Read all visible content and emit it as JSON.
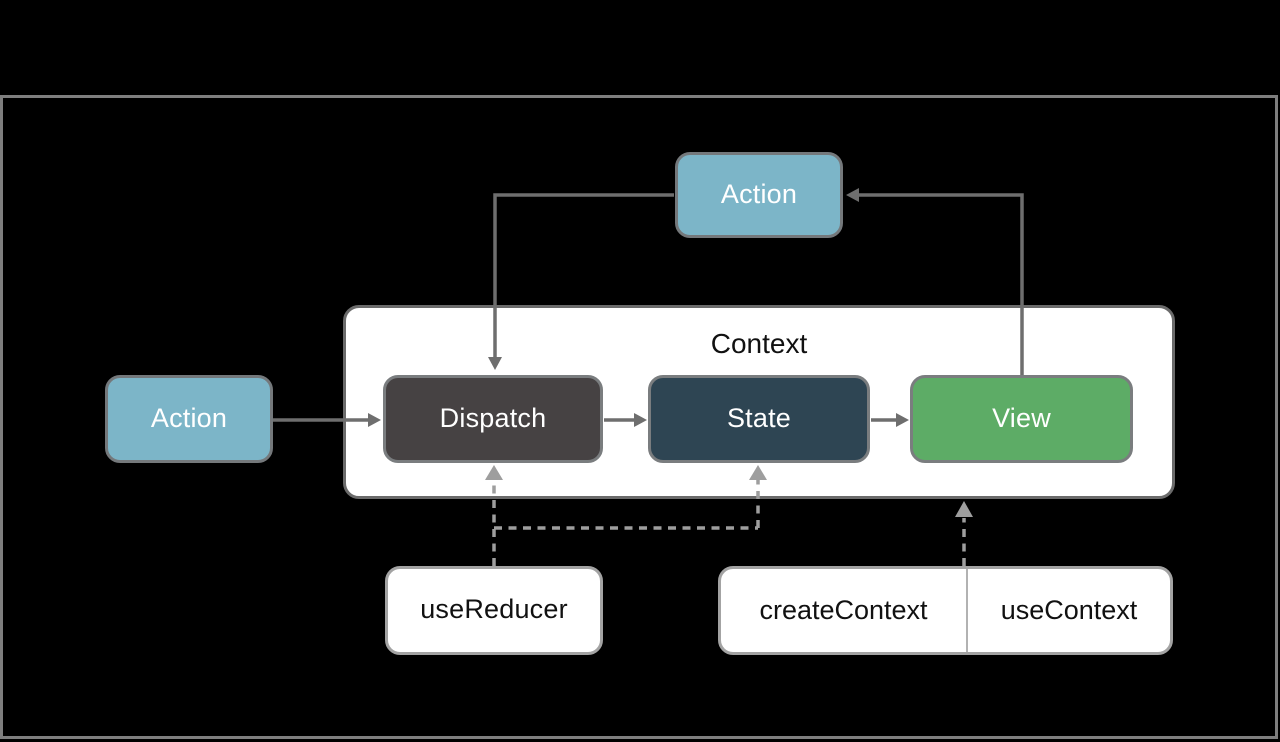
{
  "diagram": {
    "context_group_label": "Context",
    "nodes": {
      "action_top": {
        "label": "Action",
        "color": "#7cb5c8",
        "text_color": "#ffffff"
      },
      "action_left": {
        "label": "Action",
        "color": "#7cb5c8",
        "text_color": "#ffffff"
      },
      "dispatch": {
        "label": "Dispatch",
        "color": "#464243",
        "text_color": "#ffffff"
      },
      "state": {
        "label": "State",
        "color": "#2e4553",
        "text_color": "#ffffff"
      },
      "view": {
        "label": "View",
        "color": "#5dac66",
        "text_color": "#ffffff"
      },
      "use_reducer": {
        "label": "useReducer",
        "color": "#ffffff",
        "text_color": "#111111"
      },
      "create_context": {
        "label": "createContext",
        "color": "#ffffff",
        "text_color": "#111111"
      },
      "use_context": {
        "label": "useContext",
        "color": "#ffffff",
        "text_color": "#111111"
      }
    },
    "edges": [
      {
        "from": "action_left",
        "to": "dispatch",
        "style": "solid-arrow"
      },
      {
        "from": "dispatch",
        "to": "state",
        "style": "solid-arrow"
      },
      {
        "from": "state",
        "to": "view",
        "style": "solid-arrow"
      },
      {
        "from": "view",
        "to": "action_top",
        "style": "solid-arrow"
      },
      {
        "from": "action_top",
        "to": "dispatch",
        "style": "solid-arrow"
      },
      {
        "from": "use_reducer",
        "to": "dispatch",
        "style": "dashed-arrow"
      },
      {
        "from": "use_reducer",
        "to": "state",
        "style": "dashed-arrow"
      },
      {
        "from": "create_context_use_context",
        "to": "view",
        "style": "dashed-arrow"
      }
    ],
    "colors": {
      "background": "#000000",
      "frame_border": "#7e7e7e",
      "container_fill": "#ffffff",
      "container_border": "#6b6b6b",
      "solid_wire": "#6e6e6e",
      "dashed_wire": "#9e9e9e",
      "node_border": "#7a7d7f",
      "white_node_border": "#a3a3a3"
    }
  }
}
